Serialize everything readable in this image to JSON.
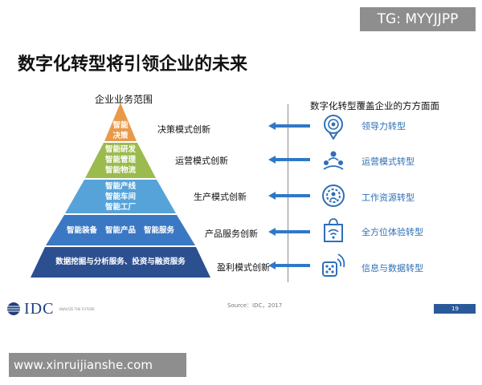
{
  "watermark_tg": "TG: MYYJJPP",
  "title": "数字化转型将引领企业的未来",
  "left_heading": "企业业务范围",
  "right_heading": "数字化转型覆盖企业的方方面面",
  "pyramid": [
    {
      "lines": [
        "智能",
        "决策"
      ],
      "level_label": "决策模式创新",
      "color": "#e89a4a"
    },
    {
      "lines": [
        "智能研发",
        "智能管理",
        "智能物流"
      ],
      "level_label": "运营模式创新",
      "color": "#9bbb4f"
    },
    {
      "lines": [
        "智能产线",
        "智能车间",
        "智能工厂"
      ],
      "level_label": "生产模式创新",
      "color": "#56a3d9"
    },
    {
      "lines": [
        "智能装备",
        "智能产品",
        "智能服务"
      ],
      "level_label": "产品服务创新",
      "color": "#3a78c4"
    },
    {
      "lines": [
        "数据挖掘与分析服务、投资与融资服务"
      ],
      "level_label": "盈利模式创新",
      "color": "#2c4f8f"
    }
  ],
  "aspects": [
    {
      "icon": "leadership-icon",
      "label": "领导力转型"
    },
    {
      "icon": "people-operations-icon",
      "label": "运营模式转型"
    },
    {
      "icon": "workforce-gear-icon",
      "label": "工作资源转型"
    },
    {
      "icon": "shopping-bag-wifi-icon",
      "label": "全方位体验转型"
    },
    {
      "icon": "dice-signal-icon",
      "label": "信息与数据转型"
    }
  ],
  "footer": {
    "logo_text": "IDC",
    "logo_subtext": "ANALYZE THE FUTURE",
    "source": "Source：IDC，2017",
    "page_number": "19"
  },
  "watermark_url": "www.xinruijianshe.com",
  "colors": {
    "accent_blue": "#2f78c8",
    "icon_blue": "#2f6fb8"
  }
}
